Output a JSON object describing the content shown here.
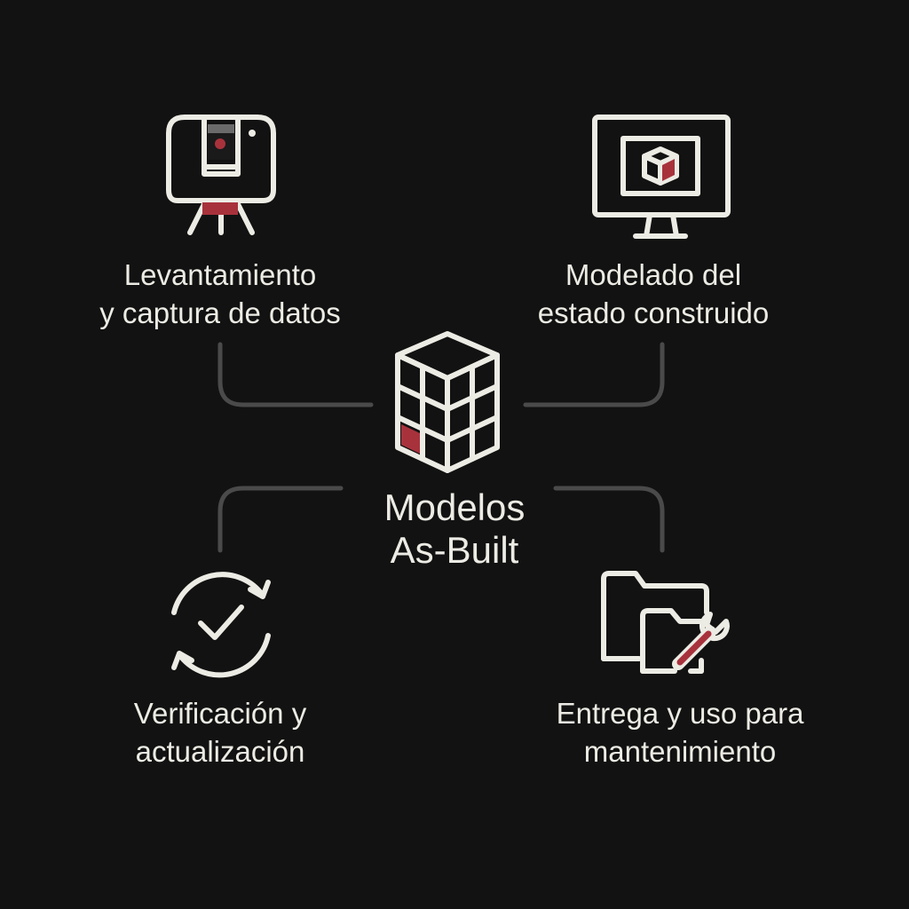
{
  "center": {
    "title_line1": "Modelos",
    "title_line2": "As-Built"
  },
  "nodes": [
    {
      "id": "survey",
      "icon": "laser-scanner-icon",
      "line1": "Levantamiento",
      "line2": "y captura de datos"
    },
    {
      "id": "modeling",
      "icon": "monitor-cube-icon",
      "line1": "Modelado del",
      "line2": "estado construido"
    },
    {
      "id": "verification",
      "icon": "sync-check-icon",
      "line1": "Verificación y",
      "line2": "actualización"
    },
    {
      "id": "delivery",
      "icon": "folders-wrench-icon",
      "line1": "Entrega y uso para",
      "line2": "mantenimiento"
    }
  ],
  "colors": {
    "background": "#121212",
    "line": "#ecebe4",
    "accent": "#a8323c",
    "connector": "#4a4a4a"
  }
}
